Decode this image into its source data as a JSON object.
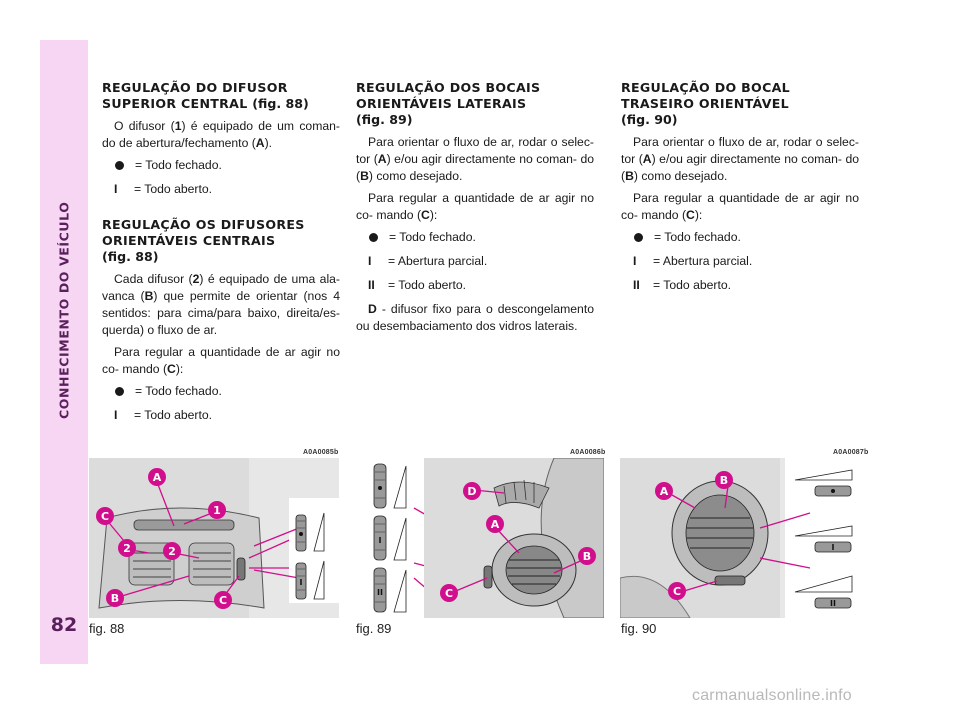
{
  "header": {
    "section_title": "CONHECIMENTO DO VEÍCULO",
    "page_number": "82"
  },
  "col1": {
    "sec1": {
      "title": "REGULAÇÃO DO DIFUSOR SUPERIOR CENTRAL",
      "fig_ref": "(fig. 88)",
      "para_a": "O difusor (",
      "para_k1": "1",
      "para_b": ") é equipado de um coman- do de abertura/fechamento (",
      "para_k2": "A",
      "para_c": ").",
      "item_closed": "= Todo fechado.",
      "item_open_sym": "I",
      "item_open": "= Todo aberto."
    },
    "sec2": {
      "title": "REGULAÇÃO OS DIFUSORES ORIENTÁVEIS CENTRAIS",
      "fig_ref": "(fig. 88)",
      "p1_a": "Cada difusor (",
      "p1_k1": "2",
      "p1_b": ") é equipado de uma ala- vanca (",
      "p1_k2": "B",
      "p1_c": ") que permite de orientar (nos 4 sentidos: para cima/para baixo, direita/es- querda) o fluxo de ar.",
      "p2_a": "Para regular a quantidade de ar agir no co- mando (",
      "p2_k": "C",
      "p2_b": "):",
      "item_closed": "= Todo fechado.",
      "item_open_sym": "I",
      "item_open": "= Todo aberto."
    }
  },
  "col2": {
    "title": "REGULAÇÃO DOS BOCAIS ORIENTÁVEIS LATERAIS",
    "fig_ref": "(fig. 89)",
    "p1_a": "Para orientar o fluxo de ar, rodar o selec- tor (",
    "p1_k1": "A",
    "p1_b": ") e/ou agir directamente no coman- do (",
    "p1_k2": "B",
    "p1_c": ") como desejado.",
    "p2_a": "Para regular a quantidade de ar agir no co- mando (",
    "p2_k": "C",
    "p2_b": "):",
    "item_closed": "= Todo fechado.",
    "item_partial_sym": "I",
    "item_partial": "= Abertura parcial.",
    "item_open_sym": "II",
    "item_open": "= Todo aberto.",
    "p3_k": "D",
    "p3": " - difusor fixo para o descongelamento ou desembaciamento dos vidros laterais."
  },
  "col3": {
    "title": "REGULAÇÃO DO BOCAL TRASEIRO ORIENTÁVEL",
    "fig_ref": "(fig. 90)",
    "p1_a": "Para orientar o fluxo de ar, rodar o selec- tor (",
    "p1_k1": "A",
    "p1_b": ") e/ou agir directamente no coman- do (",
    "p1_k2": "B",
    "p1_c": ") como desejado.",
    "p2_a": "Para regular a quantidade de ar agir no co- mando (",
    "p2_k": "C",
    "p2_b": "):",
    "item_closed": "= Todo fechado.",
    "item_partial_sym": "I",
    "item_partial": "= Abertura parcial.",
    "item_open_sym": "II",
    "item_open": "= Todo aberto."
  },
  "figures": {
    "fig88": {
      "code": "A0A0085b",
      "label": "fig. 88",
      "callouts": [
        "A",
        "1",
        "C",
        "2",
        "2",
        "B",
        "C"
      ],
      "knob_marks": [
        "I"
      ]
    },
    "fig89": {
      "code": "A0A0086b",
      "label": "fig. 89",
      "callouts": [
        "D",
        "A",
        "B",
        "C"
      ],
      "knob_marks": [
        "I",
        "II"
      ]
    },
    "fig90": {
      "code": "A0A0087b",
      "label": "fig. 90",
      "callouts": [
        "A",
        "B",
        "C"
      ],
      "knob_marks": [
        "I",
        "II"
      ]
    }
  },
  "watermark": "carmanualsonline.info",
  "colors": {
    "sidebar": "#f6d6f3",
    "callout": "#d10e8c",
    "figure_bg": "#e7e7e7"
  }
}
